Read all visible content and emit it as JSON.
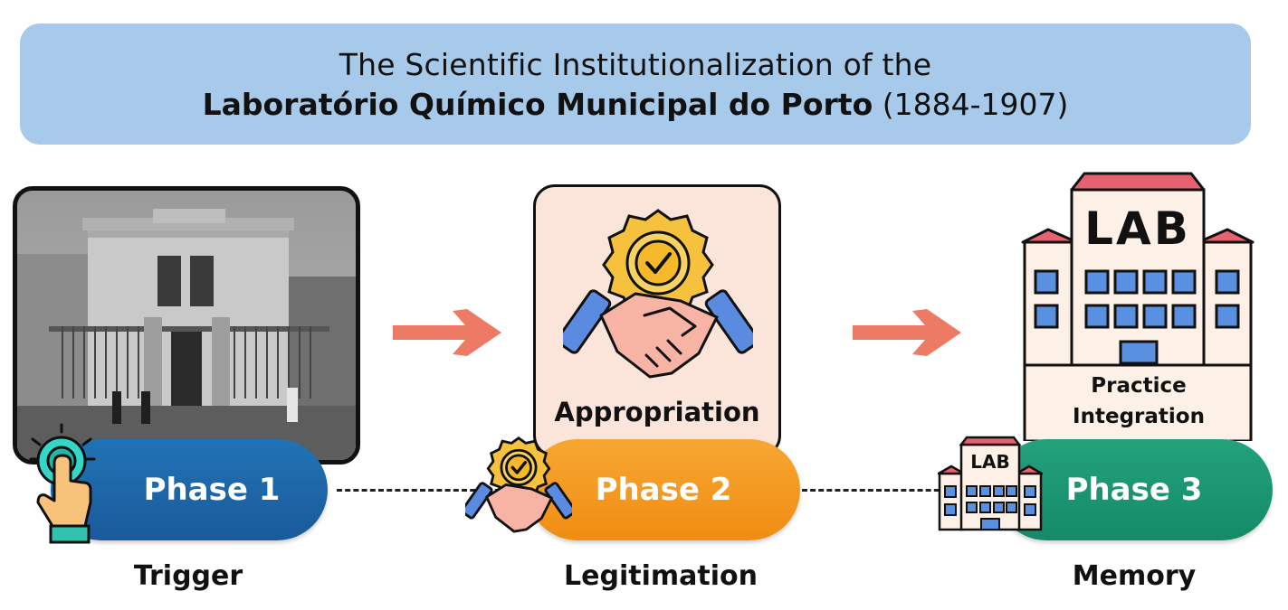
{
  "header": {
    "line1": "The Scientific Institutionalization of the",
    "line2_bold": "Laboratório Químico Municipal do Porto",
    "line2_years": " (1884-1907)"
  },
  "phases": [
    {
      "pill": "Phase 1",
      "label": "Trigger"
    },
    {
      "pill": "Phase 2",
      "label": "Legitimation"
    },
    {
      "pill": "Phase 3",
      "label": "Memory"
    }
  ],
  "card": {
    "title": "Appropriation"
  },
  "building": {
    "sign": "LAB",
    "caption_line1": "Practice",
    "caption_line2": "Integration"
  },
  "small_building": {
    "sign": "LAB"
  },
  "icons": [
    "tap-hand-icon",
    "award-handshake-icon",
    "lab-building-icon",
    "arrow-right-icon"
  ],
  "colors": {
    "header_bg": "#a7c9ea",
    "phase1": "#1f6db0",
    "phase2": "#f49a1f",
    "phase3": "#1b9573",
    "arrow": "#ec7a64",
    "card_bg": "#fbe4d9"
  }
}
